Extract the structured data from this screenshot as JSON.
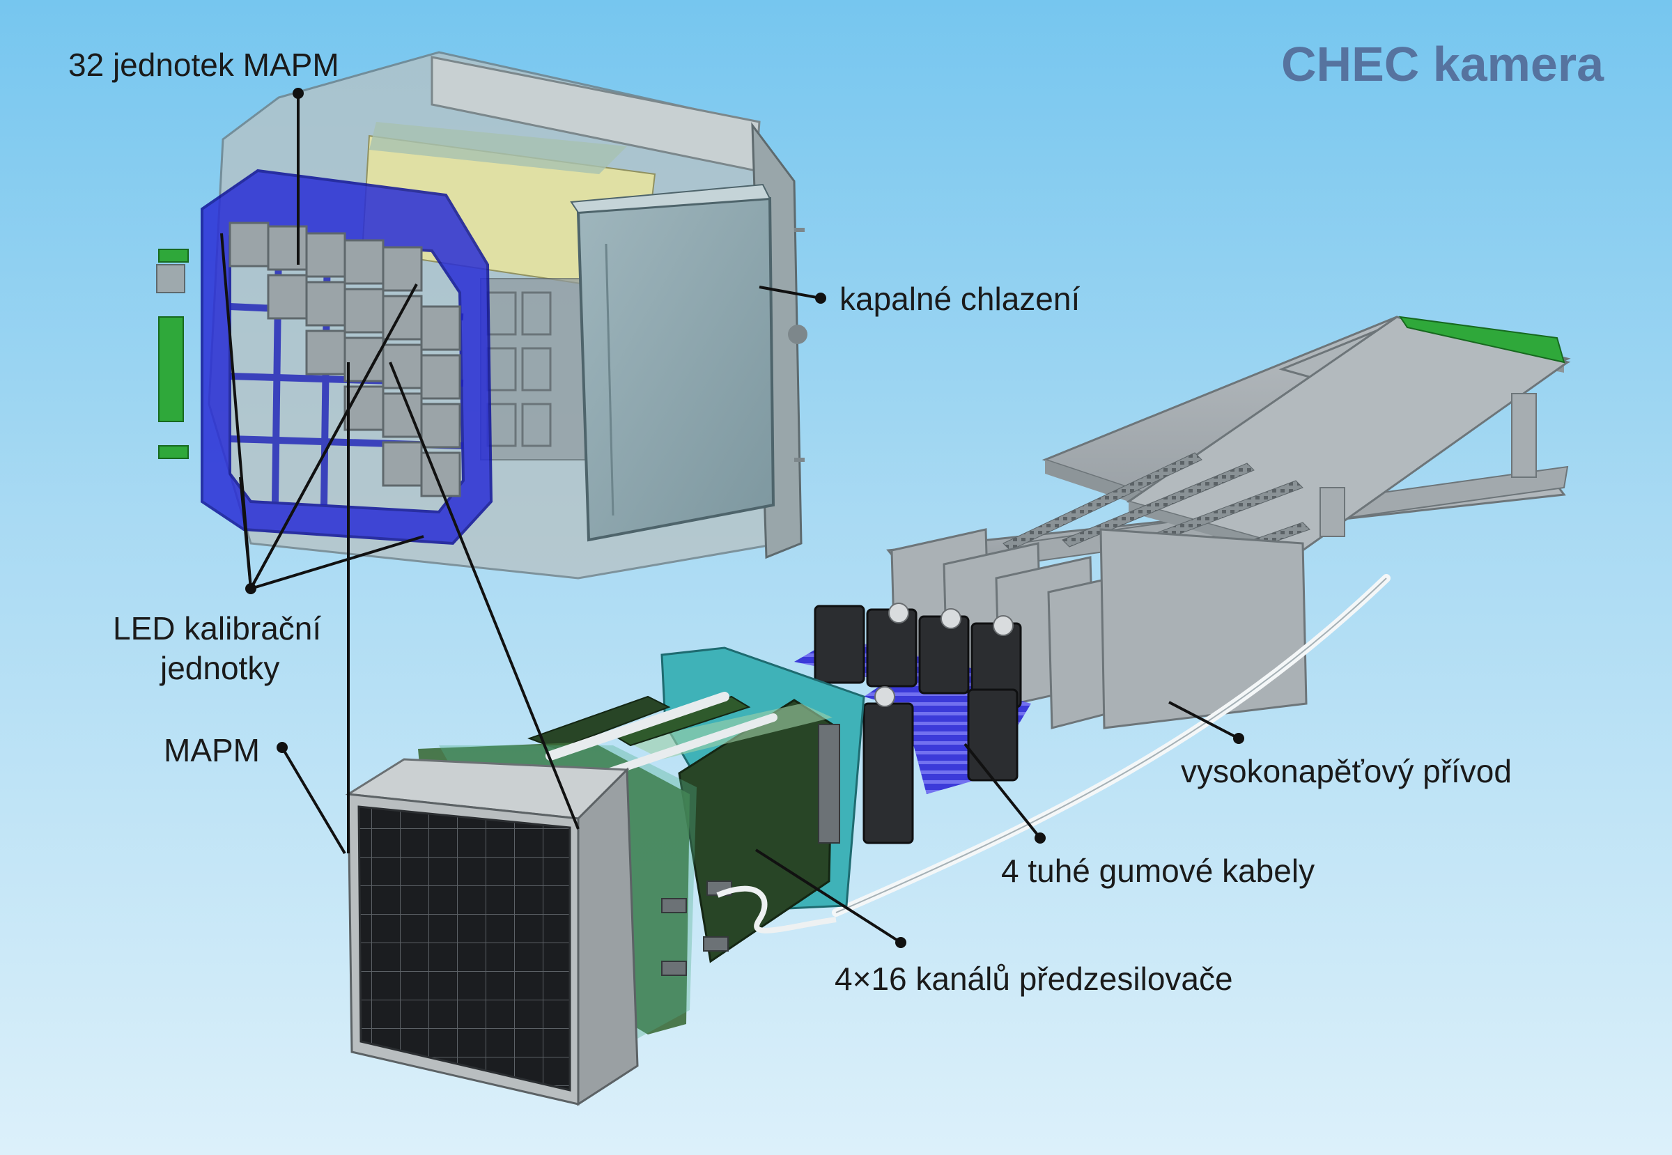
{
  "diagram": {
    "title": "CHEC kamera",
    "labels": {
      "mapm_units": "32 jednotek MAPM",
      "cooling": "kapalné chlazení",
      "led_line1": "LED kalibrační",
      "led_line2": "jednotky",
      "mapm": "MAPM",
      "hv_feed": "vysokonapěťový přívod",
      "cables": "4 tuhé gumové kabely",
      "preamp": "4×16 kanálů předzesilovače"
    },
    "colors": {
      "title": "#56739f",
      "housing_blue": "#2a2fd6",
      "pcb_green": "#2c4a2a",
      "cable_blue": "#3d3ae0",
      "connector_green": "#2fa83a",
      "board_grey": "#a9b0b4"
    }
  }
}
